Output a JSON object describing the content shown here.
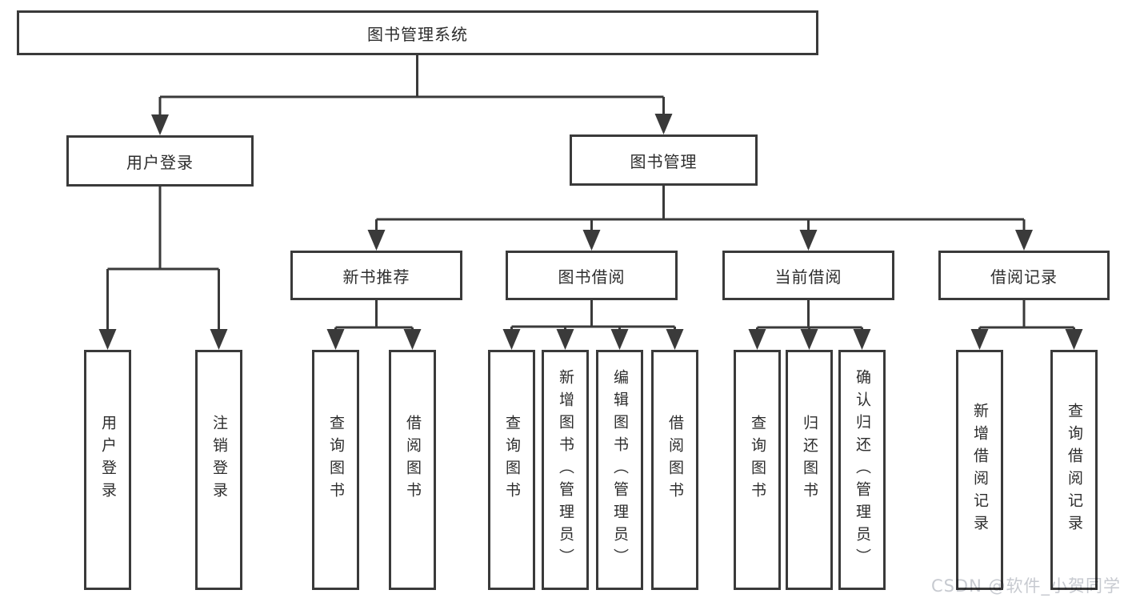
{
  "diagram": {
    "root": "图书管理系统",
    "level2": [
      "用户登录",
      "图书管理"
    ],
    "level3": [
      "新书推荐",
      "图书借阅",
      "当前借阅",
      "借阅记录"
    ],
    "leaves": {
      "user_login": [
        "用户登录",
        "注销登录"
      ],
      "new_book_recommend": [
        "查询图书",
        "借阅图书"
      ],
      "book_borrowing": [
        "查询图书",
        "新增图书（管理员）",
        "编辑图书（管理员）",
        "借阅图书"
      ],
      "current_borrowing": [
        "查询图书",
        "归还图书",
        "确认归还（管理员）"
      ],
      "borrowing_records": [
        "新增借阅记录",
        "查询借阅记录"
      ]
    }
  },
  "watermark": "CSDN @软件_小贺同学",
  "colors": {
    "line": "#3a3a3a",
    "text": "#2d2d2d",
    "watermark": "#c7cad0",
    "background": "#ffffff"
  }
}
